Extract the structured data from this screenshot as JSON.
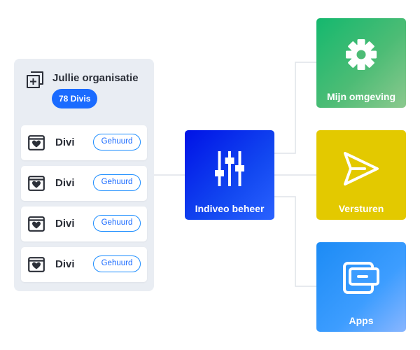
{
  "organization": {
    "title": "Jullie organisatie",
    "count_badge": "78 Divis",
    "items": [
      {
        "label": "Divi",
        "status": "Gehuurd"
      },
      {
        "label": "Divi",
        "status": "Gehuurd"
      },
      {
        "label": "Divi",
        "status": "Gehuurd"
      },
      {
        "label": "Divi",
        "status": "Gehuurd"
      }
    ]
  },
  "hub": {
    "label": "Indiveo beheer",
    "icon": "sliders-icon"
  },
  "outputs": [
    {
      "label": "Mijn omgeving",
      "icon": "gear-icon",
      "color": "#22b36e"
    },
    {
      "label": "Versturen",
      "icon": "send-icon",
      "color": "#e3c900"
    },
    {
      "label": "Apps",
      "icon": "device-icon",
      "color": "#2f95ff"
    }
  ],
  "colors": {
    "accent": "#1a6bff",
    "panel": "#e9edf3",
    "hub": "#0a2ff0",
    "connector": "#dfe3e8"
  }
}
